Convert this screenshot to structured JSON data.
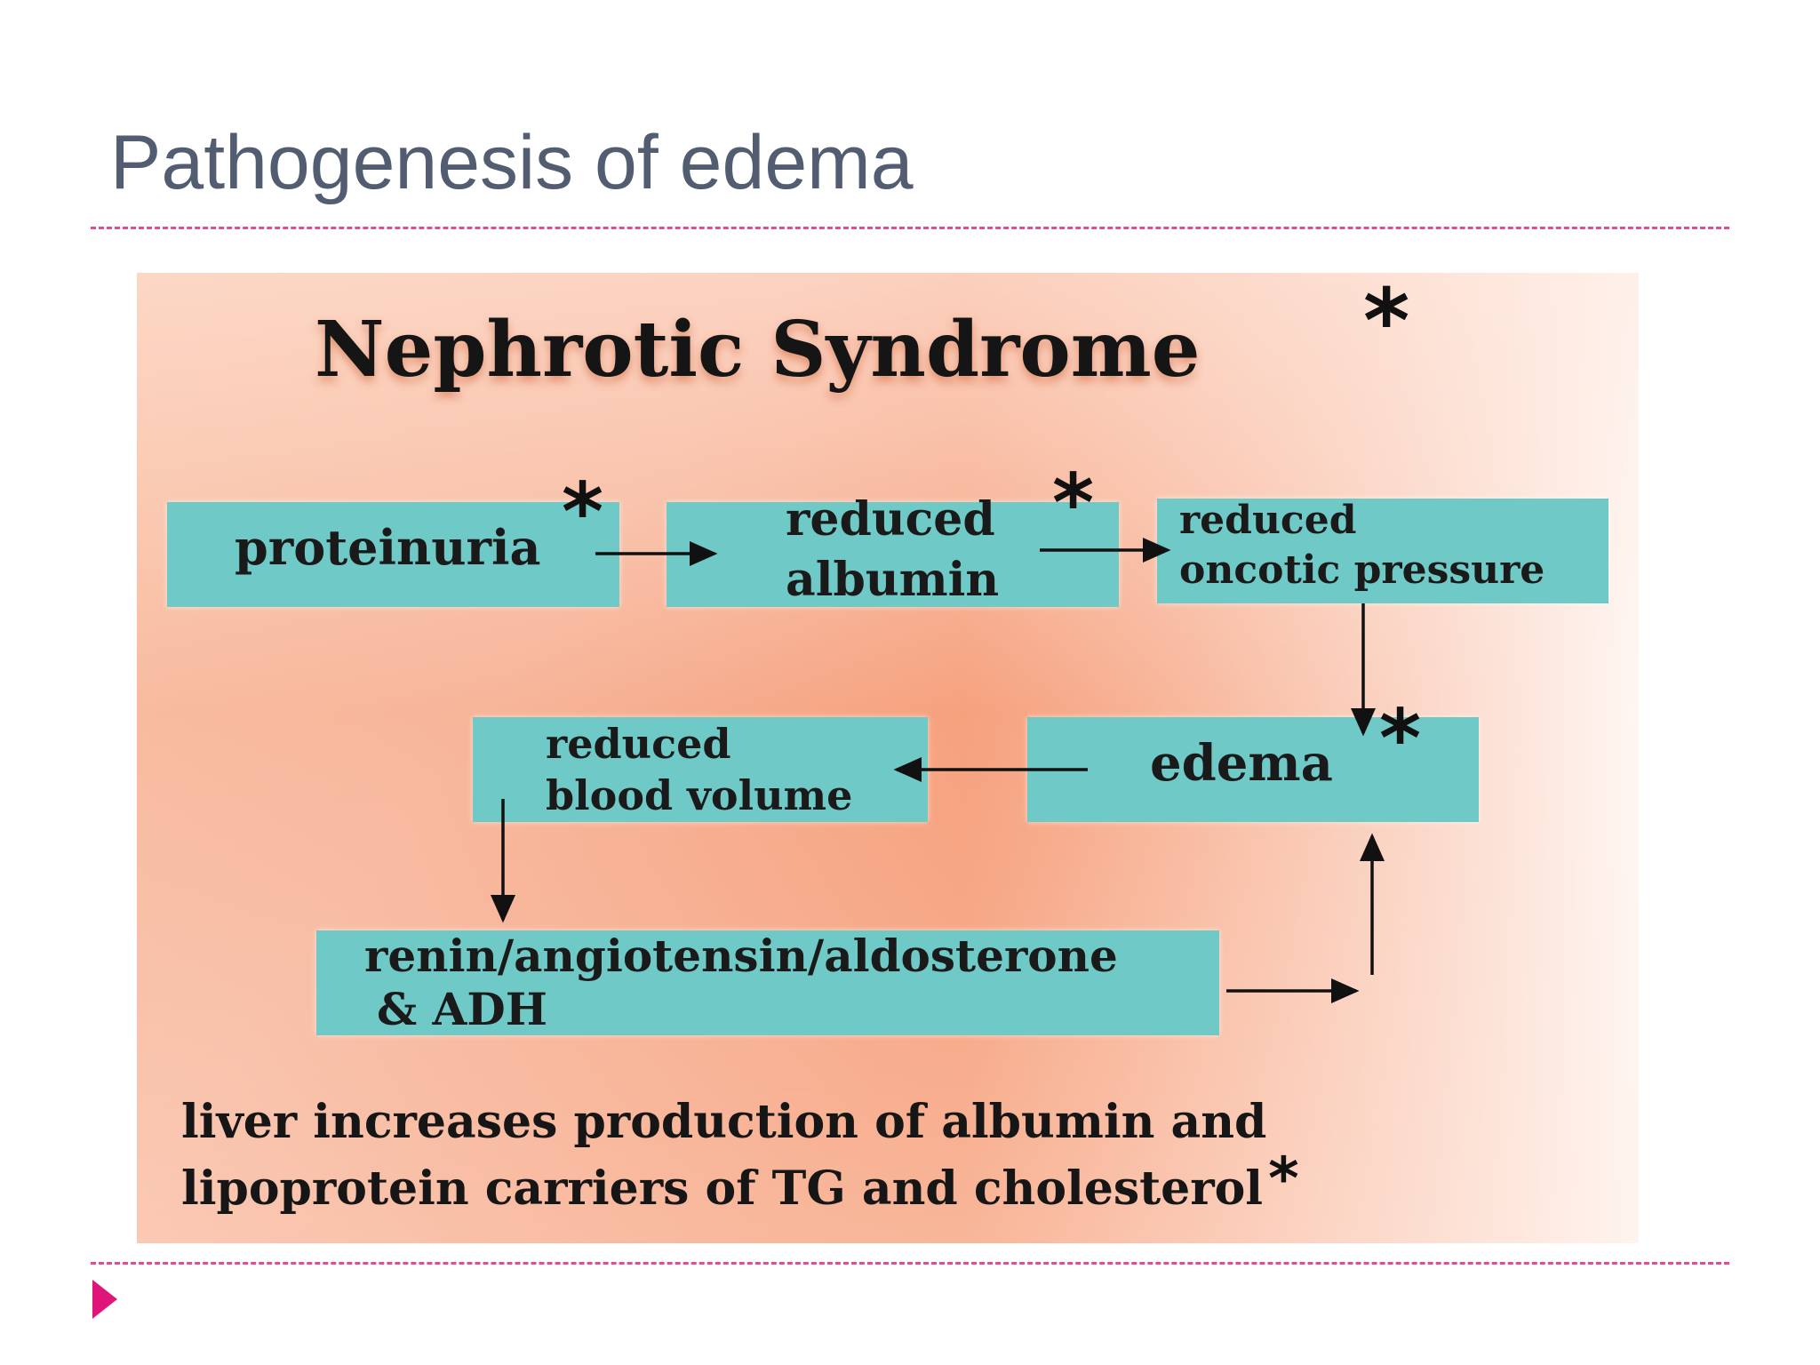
{
  "slide": {
    "title": "Pathogenesis of edema"
  },
  "diagram": {
    "title": "Nephrotic Syndrome",
    "title_mark": "*",
    "boxes": {
      "proteinuria": {
        "line1": "proteinuria",
        "mark": "*"
      },
      "reduced_albumin": {
        "line1": "reduced",
        "line2": "albumin",
        "mark": "*"
      },
      "reduced_oncotic": {
        "line1": "reduced",
        "line2": "oncotic pressure"
      },
      "edema": {
        "line1": "edema",
        "mark": "*"
      },
      "reduced_blood_volume": {
        "line1": "reduced",
        "line2": "blood volume"
      },
      "raas": {
        "line1": "renin/angiotensin/aldosterone",
        "line2": "& ADH"
      }
    },
    "footer": {
      "line1": "liver increases production of albumin and",
      "line2": "lipoprotein carriers of TG and cholesterol",
      "mark": "*"
    }
  },
  "colors": {
    "title_text": "#525d72",
    "divider": "#e24c93",
    "bullet": "#e0157a",
    "box_fill": "#6fc9c6",
    "figure_background": "#f58a5c"
  },
  "icons": {
    "bullet": "right-triangle-bullet-icon"
  }
}
